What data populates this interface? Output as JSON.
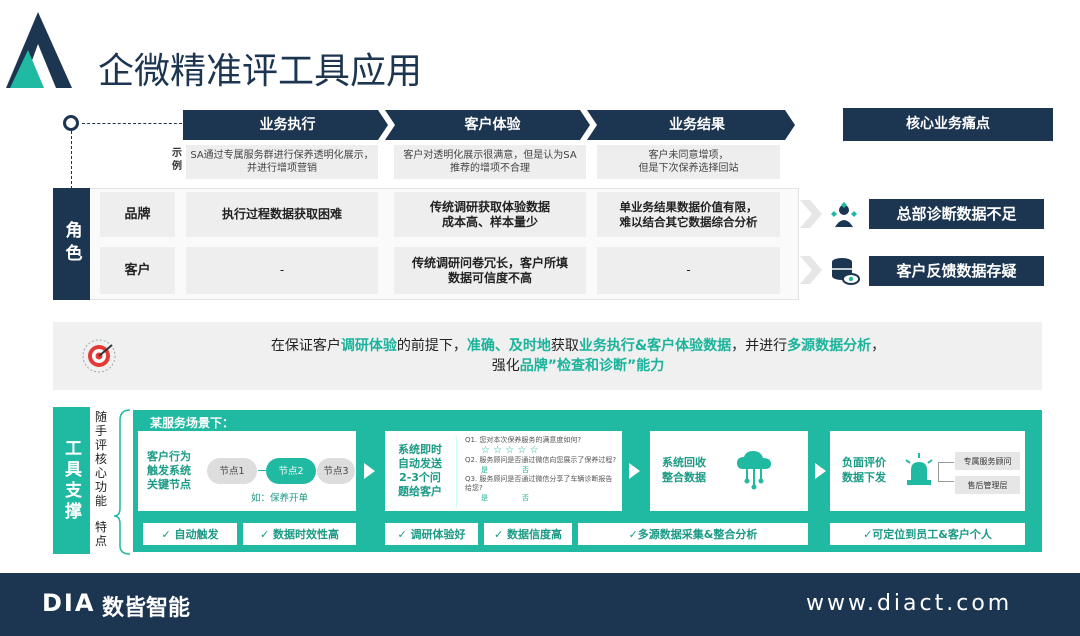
{
  "title": "企微精准评工具应用",
  "stages": [
    "业务执行",
    "客户体验",
    "业务结果"
  ],
  "pain_header": "核心业务痛点",
  "example": {
    "label": "示例",
    "texts": [
      "SA通过专属服务群进行保养透明化展示，\n并进行增项营销",
      "客户对透明化展示很满意，但是认为SA\n推荐的增项不合理",
      "客户未同意增项，\n但是下次保养选择回站"
    ]
  },
  "role": {
    "label": "角色",
    "rows": [
      {
        "name": "品牌",
        "cells": [
          "执行过程数据获取困难",
          "传统调研获取体验数据\n成本高、样本量少",
          "单业务结果数据价值有限，\n难以结合其它数据综合分析"
        ],
        "pain": "总部诊断数据不足"
      },
      {
        "name": "客户",
        "cells": [
          "-",
          "传统调研问卷冗长，客户所填\n数据可信度不高",
          "-"
        ],
        "pain": "客户反馈数据存疑"
      }
    ]
  },
  "summary": {
    "line1": "在保证客户调研体验的前提下，准确、及时地获取业务执行&客户体验数据，并进行多源数据分析，",
    "line2": "强化品牌”检查和诊断”能力"
  },
  "tools": {
    "label": "工具支撑",
    "side1": "随手评核心功能",
    "side2": "特点",
    "scene": "某服务场景下：",
    "box1": "客户行为\n触发系统\n关键节点",
    "nodes": [
      "节点1",
      "节点2",
      "节点3"
    ],
    "node_example": "如：保养开单",
    "box2": "系统即时\n自动发送\n2-3个问\n题给客户",
    "questions": [
      "Q1. 您对本次保养服务的满意度如何?",
      "Q2. 服务顾问是否通过微信向您展示了保养过程?",
      "Q3. 服务顾问是否通过微信分享了车辆诊断报告给您?"
    ],
    "yes": "是",
    "no": "否",
    "box3": "系统回收\n整合数据",
    "box4": "负面评价\n数据下发",
    "targets": [
      "专属服务顾问",
      "售后管理层"
    ],
    "features": [
      "✓ 自动触发",
      "✓ 数据时效性高",
      "✓ 调研体验好",
      "✓ 数据信度高",
      "✓多源数据采集&整合分析",
      "✓可定位到员工&客户个人"
    ]
  },
  "footer": {
    "logo": "DIA",
    "brand": "数皆智能",
    "url": "www.diact.com"
  },
  "colors": {
    "navy": "#1c3550",
    "teal": "#20b9a1"
  }
}
